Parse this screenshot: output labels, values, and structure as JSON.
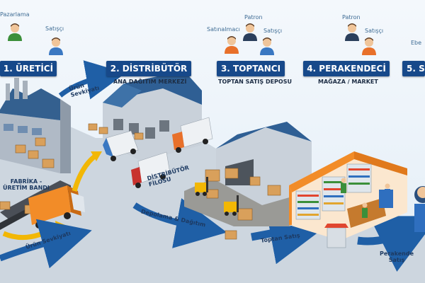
{
  "stages": [
    {
      "header": "1. ÜRETİCİ",
      "roles": [
        "Pazarlama",
        "Satışçı"
      ],
      "sublabel": ""
    },
    {
      "header": "2. DİSTRİBÜTÖR",
      "roles": [],
      "sublabel": "ANA DAĞITIM MERKEZİ"
    },
    {
      "header": "3. TOPTANCI",
      "roles": [
        "Patron",
        "Satınalmacı",
        "Satışçı"
      ],
      "sublabel": "TOPTAN SATIŞ DEPOSU"
    },
    {
      "header": "4. PERAKENDECİ",
      "roles": [
        "Patron",
        "Satışçı"
      ],
      "sublabel": "MAĞAZA / MARKET"
    },
    {
      "header": "5. S",
      "roles": [
        "Ebe"
      ],
      "sublabel": ""
    }
  ],
  "labels": {
    "factory_line": "FABRİKA -\nÜRETİM BANDI",
    "distributor_fleet": "DİSTRİBÜTÖR\nFİLOSU"
  },
  "arrows": {
    "product_shipment_top": "Ürün\nSevkiyatı",
    "product_shipment_bottom": "Ürün Sevkiyatı",
    "storage_distribution": "Depolama & Dağıtım",
    "wholesale": "Toptan Satış",
    "retail_sale": "Perakende\nSatış"
  },
  "colors": {
    "header_bg": "#17498a",
    "arrow_blue": "#1f5fa6",
    "arrow_yellow": "#f2b705",
    "truck_orange": "#f28c28",
    "roof_blue": "#2f5f94",
    "floor": "#9a9a96"
  }
}
